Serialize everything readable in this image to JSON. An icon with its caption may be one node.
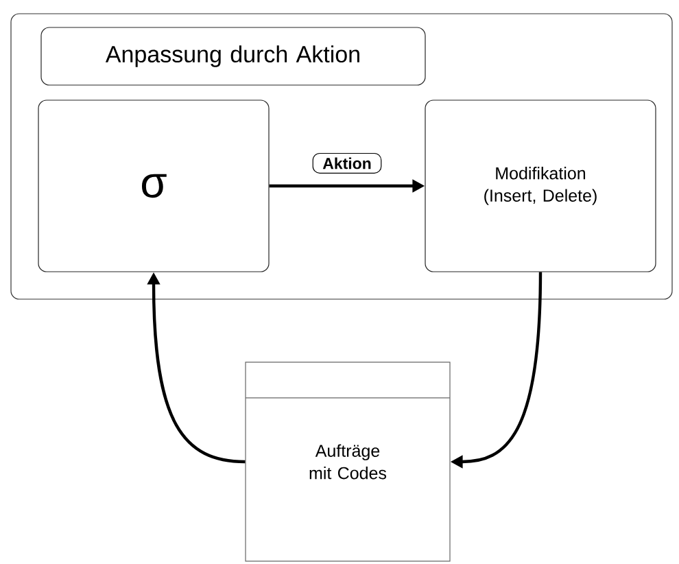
{
  "diagram": {
    "nodes": [
      {
        "text": [],
        "shape": "box"
      },
      {
        "text": [
          "Anpassung durch Aktion"
        ],
        "in": 0
      },
      {
        "text": [
          "σ"
        ],
        "in": 0
      },
      {
        "text": [
          "Modifikation (Insert, Delete)"
        ],
        "in": 0
      },
      {
        "text": [
          "Aufträge mit Codes"
        ]
      }
    ],
    "edges": [
      {
        "from": 2,
        "to": 3,
        "arrow": "to",
        "label": "Aktion"
      },
      {
        "from": 3,
        "to": 4,
        "arrow": "to"
      },
      {
        "from": 4,
        "to": 2,
        "arrow": "to"
      }
    ]
  }
}
